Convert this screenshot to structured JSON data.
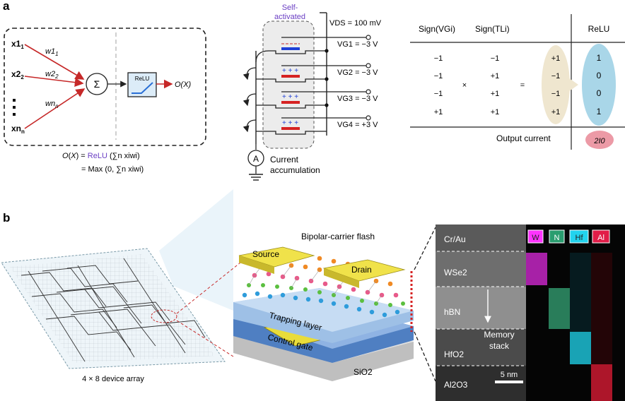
{
  "colors": {
    "relu_purple": "#6b3fc4",
    "arrow_red": "#c62828",
    "tan_oval": "#efe6cf",
    "blue_oval": "#a9d6e8",
    "pink_oval": "#ec9aa6",
    "gold_contact": "#e9dc3a",
    "trap_blue": "#9ec0e6",
    "tem_w": "#ff33ff",
    "tem_n": "#2a9d6f",
    "tem_hf": "#22d3ee",
    "tem_al": "#e11d48"
  },
  "panel_a": {
    "label": "a",
    "neuron": {
      "inputs": [
        "x1",
        "x2",
        "xn"
      ],
      "input_subs": [
        "1",
        "2",
        "n"
      ],
      "weights": [
        "w1",
        "w2",
        "wn"
      ],
      "weight_subs": [
        "1",
        "2",
        "n"
      ],
      "sum_symbol": "Σ",
      "relu_box_label": "ReLU",
      "output": "O(X)"
    },
    "equation": {
      "line1_prefix": "O(X) = ",
      "line1_relu": "ReLU",
      "line1_rest": " (∑n xiwi)",
      "line2": "= Max (0, ∑n xiwi)"
    },
    "circuit": {
      "self_activated": [
        "Self-",
        "activated"
      ],
      "vds": "VDS = 100 mV",
      "gates": [
        "VG1 = −3 V",
        "VG2 = −3 V",
        "VG3 = −3 V",
        "VG4 = +3 V"
      ],
      "ammeter": "A",
      "current_label": [
        "Current",
        "accumulation"
      ],
      "charges_minus": "− − −",
      "charges_plus": "+ + +"
    },
    "table": {
      "headers": [
        "Sign(VGi)",
        "Sign(TLi)",
        "ReLU"
      ],
      "rows": [
        {
          "vg": "−1",
          "tl": "−1",
          "prod": "+1",
          "relu": "1"
        },
        {
          "vg": "−1",
          "tl": "+1",
          "prod": "−1",
          "relu": "0"
        },
        {
          "vg": "−1",
          "tl": "+1",
          "prod": "−1",
          "relu": "0"
        },
        {
          "vg": "+1",
          "tl": "+1",
          "prod": "+1",
          "relu": "1"
        }
      ],
      "times": "×",
      "equals": "=",
      "output_label": "Output current",
      "output_value": "2I0"
    }
  },
  "panel_b": {
    "label": "b",
    "array_caption": "4 × 8 device array",
    "device_title": "Bipolar-carrier flash",
    "source": "Source",
    "drain": "Drain",
    "trapping": "Trapping layer",
    "control_gate": "Control gate",
    "sio2": "SiO2",
    "tem": {
      "layers": [
        "Cr/Au",
        "WSe2",
        "hBN",
        "HfO2",
        "Al2O3"
      ],
      "memory_stack": [
        "Memory",
        "stack"
      ],
      "scale_bar": "5 nm",
      "elements": [
        "W",
        "N",
        "Hf",
        "Al"
      ]
    }
  }
}
